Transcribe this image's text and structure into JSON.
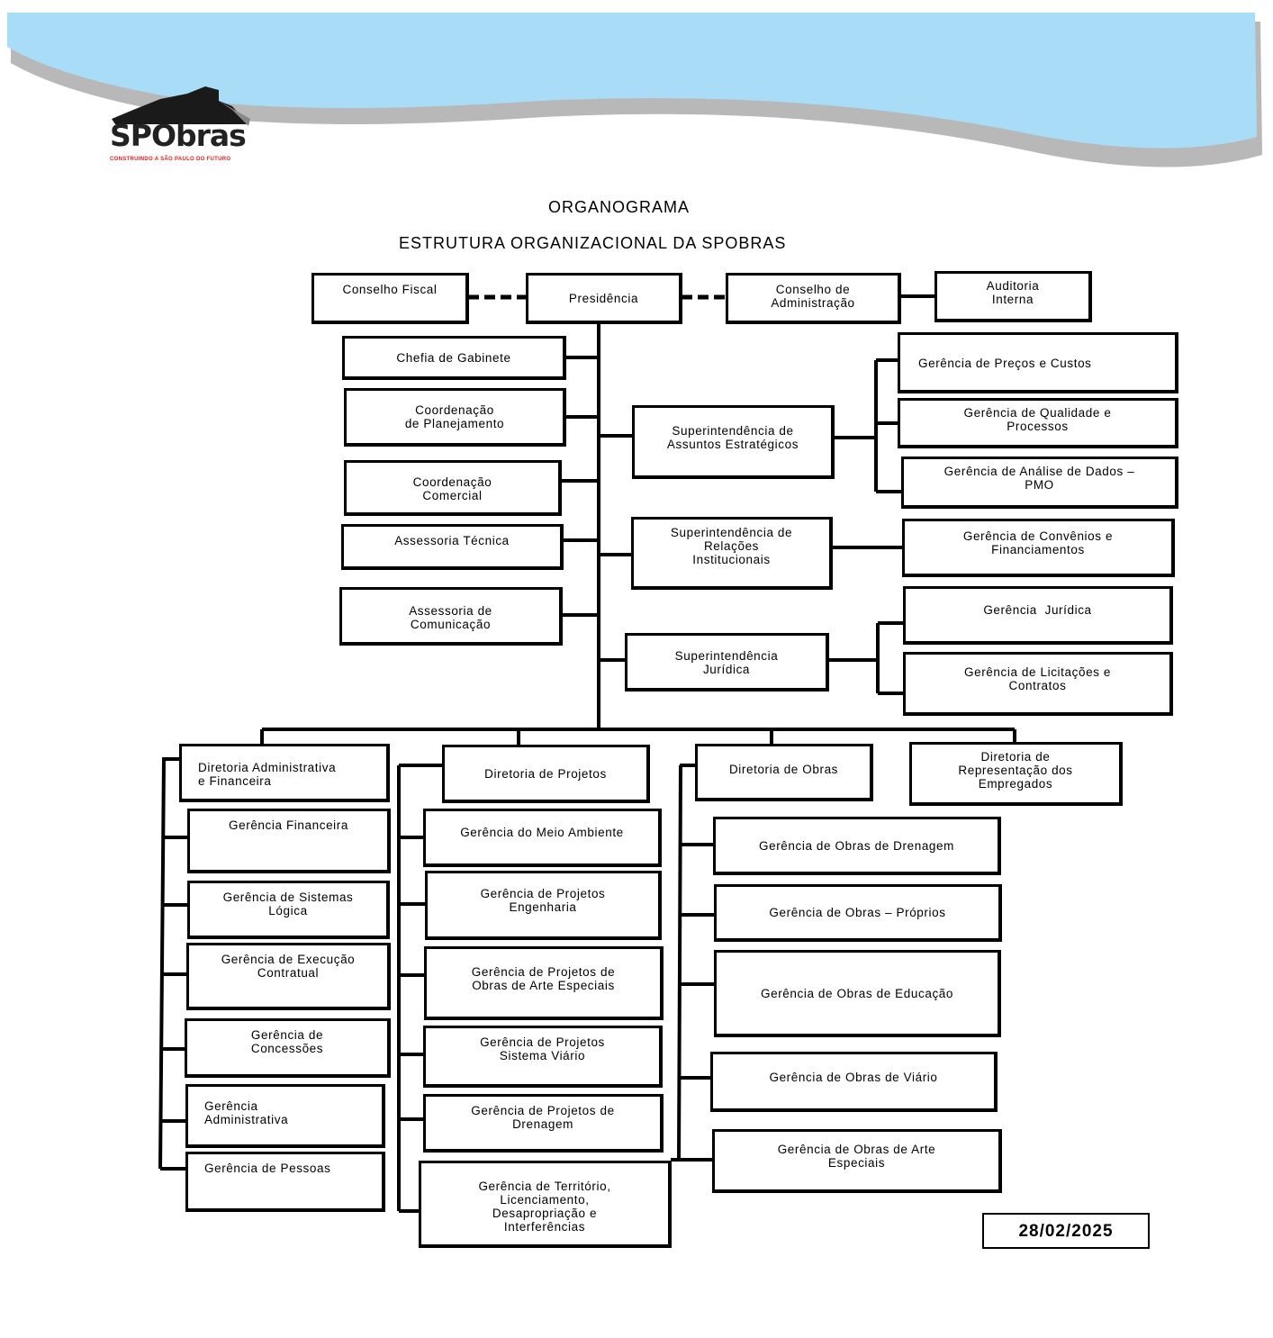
{
  "logo": {
    "name_sp": "SP",
    "name_obras": "Obras",
    "tagline": "CONSTRUINDO A SÃO PAULO DO FUTURO"
  },
  "title": "ORGANOGRAMA",
  "subtitle": "ESTRUTURA ORGANIZACIONAL DA SPOBRAS",
  "top": {
    "conselho_fiscal": "Conselho Fiscal",
    "presidencia": "Presidência",
    "conselho_adm": [
      "Conselho de",
      "Administração"
    ],
    "auditoria": [
      "Auditoria",
      "Interna"
    ]
  },
  "staff": [
    [
      "Chefia de Gabinete"
    ],
    [
      "Coordenação",
      "de Planejamento"
    ],
    [
      "Coordenação",
      "Comercial"
    ],
    [
      "Assessoria Técnica"
    ],
    [
      "Assessoria de",
      "Comunicação"
    ]
  ],
  "superintendencias": [
    {
      "name": [
        "Superintendência de",
        "Assuntos Estratégicos"
      ],
      "gerencias": [
        [
          "Gerência de Preços e Custos"
        ],
        [
          "Gerência de Qualidade e",
          "Processos"
        ],
        [
          "Gerência de Análise de Dados –",
          "PMO"
        ]
      ]
    },
    {
      "name": [
        "Superintendência de",
        "Relações",
        "Institucionais"
      ],
      "gerencias": [
        [
          "Gerência de Convênios e",
          "Financiamentos"
        ]
      ]
    },
    {
      "name": [
        "Superintendência",
        "Jurídica"
      ],
      "gerencias": [
        [
          "Gerência  Jurídica"
        ],
        [
          "Gerência de Licitações e",
          "Contratos"
        ]
      ]
    }
  ],
  "diretorias": [
    {
      "name": [
        "Diretoria Administrativa",
        "e Financeira"
      ],
      "gerencias": [
        [
          "Gerência Financeira"
        ],
        [
          "Gerência de Sistemas",
          "Lógica"
        ],
        [
          "Gerência de Execução",
          "Contratual"
        ],
        [
          "Gerência de",
          "Concessões"
        ],
        [
          "Gerência",
          "Administrativa"
        ],
        [
          "Gerência de Pessoas"
        ]
      ]
    },
    {
      "name": [
        "Diretoria de Projetos"
      ],
      "gerencias": [
        [
          "Gerência do Meio Ambiente"
        ],
        [
          "Gerência de Projetos",
          "Engenharia"
        ],
        [
          "Gerência de Projetos de",
          "Obras de Arte Especiais"
        ],
        [
          "Gerência de Projetos",
          "Sistema Viário"
        ],
        [
          "Gerência de Projetos de",
          "Drenagem"
        ],
        [
          "Gerência de Território,",
          "Licenciamento,",
          "Desapropriação e",
          "Interferências"
        ]
      ]
    },
    {
      "name": [
        "Diretoria de Obras"
      ],
      "gerencias": [
        [
          "Gerência de Obras de Drenagem"
        ],
        [
          "Gerência de Obras – Próprios"
        ],
        [
          "Gerência de Obras de Educação"
        ],
        [
          "Gerência de Obras de Viário"
        ],
        [
          "Gerência de Obras de Arte",
          "Especiais"
        ]
      ]
    },
    {
      "name": [
        "Diretoria de",
        "Representação dos",
        "Empregados"
      ],
      "gerencias": []
    }
  ],
  "date": "28/02/2025",
  "colors": {
    "header_blue": "#a9dcf7",
    "line": "#000000",
    "logo_red": "#e02020"
  }
}
